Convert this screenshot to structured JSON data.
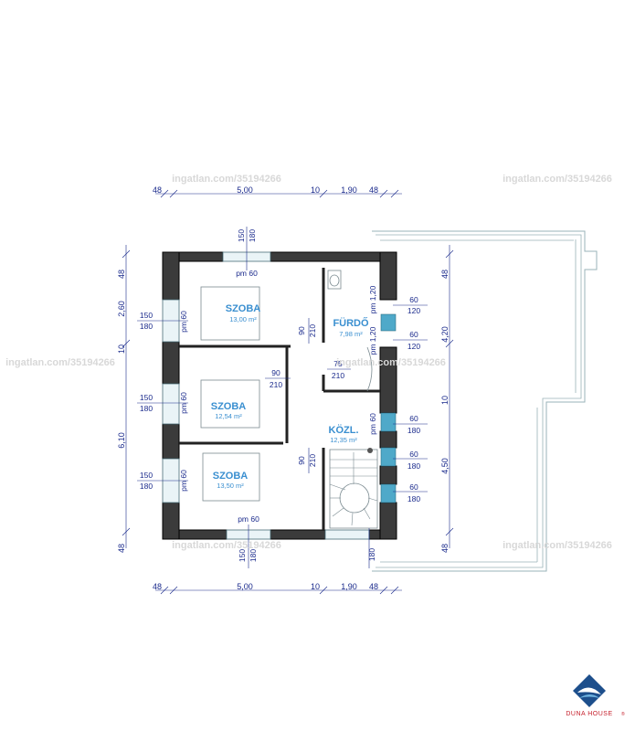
{
  "watermark": "ingatlan.com/35194266",
  "rooms": [
    {
      "name": "SZOBA",
      "area": "13,00 m²"
    },
    {
      "name": "FÜRDŐ",
      "area": "7,98 m²"
    },
    {
      "name": "SZOBA",
      "area": "12,54 m²"
    },
    {
      "name": "KÖZL.",
      "area": "12,35 m²"
    },
    {
      "name": "SZOBA",
      "area": "13,50 m²"
    }
  ],
  "dims": {
    "top": [
      "48",
      "5,00",
      "10",
      "1,90",
      "48"
    ],
    "bottom": [
      "48",
      "5,00",
      "10",
      "1,90",
      "48"
    ],
    "left": [
      "48",
      "2,60",
      "10",
      "6,10",
      "48"
    ],
    "right": [
      "48",
      "4,20",
      "10",
      "4,50",
      "48"
    ]
  },
  "openings": {
    "w150": "150",
    "w180": "180",
    "w60": "60",
    "w120": "120",
    "d90": "90",
    "d210": "210",
    "d75": "75",
    "pm60": "pm 60",
    "pm120": "pm 1,20"
  },
  "logo": {
    "brand": "DUNA HOUSE",
    "mark": "®"
  }
}
